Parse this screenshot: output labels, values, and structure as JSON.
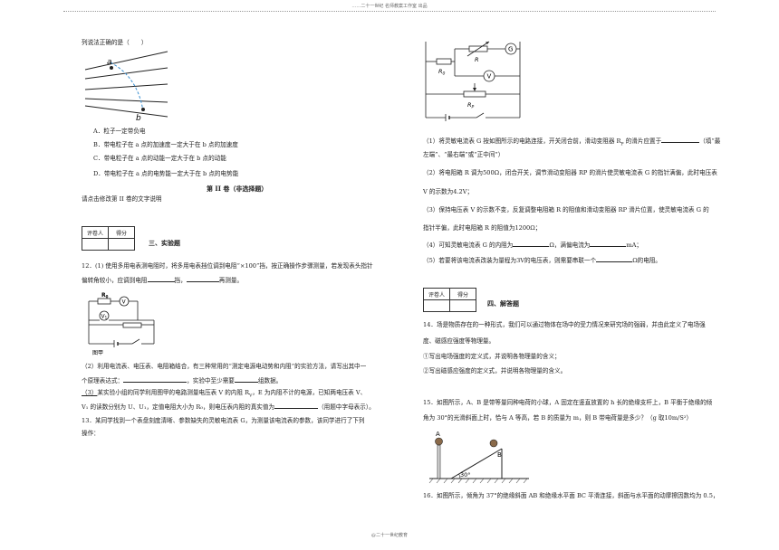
{
  "header": {
    "text": "……二十一世纪 名师教案工作室 出品"
  },
  "footer": {
    "text": "@二十一世纪教育"
  },
  "left": {
    "q_intro": "列说法正确的是（　　）",
    "fig_labels": {
      "a": "a",
      "b": "b"
    },
    "options": [
      "A．粒子一定带负电",
      "B．带电粒子在 a 点的加速度一定大于在 b 点的加速度",
      "C．带电粒子在 a 点的动能一定大于在 b 点的动能",
      "D．带电粒子在 a 点的电势能一定大于在 b 点的电势能"
    ],
    "section2_title": "第 II 卷（非选择题）",
    "section2_note": "请点击修改第 II 卷的文字说明",
    "score_table": {
      "h1": "评卷人",
      "h2": "得分"
    },
    "section3_title": "三、实验题",
    "q12_line1": "12．(1) 使用多用电表测电阻时，将多用电表挡位调到电阻“×100”挡，按正确操作步骤测量，若发现表头指针",
    "q12_line2a": "偏转角较小，应调到电阻",
    "q12_line2b": "挡，",
    "q12_line2c": "再测量。",
    "fig1": {
      "r0": "R",
      "r0_sub": "0",
      "v": "V",
      "v1": "V",
      "v1_sub": "1",
      "caption": "图甲"
    },
    "q12_2_line1": "（2）利用电流表、电压表、电阻箱结合，有三种常用的“测定电源电动势和内阻”的实验方法，请写出其中一",
    "q12_2_line2a": "个原理表达式：",
    "q12_2_line2b": "，实验中至少需要",
    "q12_2_line2c": "组数据。",
    "q12_3_line1a": "（3）",
    "q12_3_line1b": "某实验小组的同学利用图甲的电路测量电压表 V 的内阻 R",
    "q12_3_line1c": "V",
    "q12_3_line1d": "，E 为内阻不计的电源，已知两电压表 V、",
    "q12_3_line2": "V₁ 的读数分别为 U、U₁，定值电阻大小为 R₀，则电压表内阻的真实值为",
    "q12_3_line2b": "（用题中字母表示）。",
    "q13_line1": "13．某同学找到一个表盘刻度清晰、参数缺失的灵敏电流表 G，为测量该电流表的参数，该同学进行了下列",
    "q13_line2": "操作："
  },
  "right": {
    "fig2": {
      "r0": "R",
      "r0_sub": "0",
      "r": "R",
      "g": "G",
      "v": "V",
      "rp": "R",
      "rp_sub": "P"
    },
    "p1_line1a": "（1）将灵敏电流表 G 按如图所示的电路连接，开关闭合前，滑动变阻器 R",
    "p1_sub": "P",
    "p1_line1b": " 的滑片应置于",
    "p1_line1c": "（填“最",
    "p1_line2": "左端”、“最右端”或“正中间”）",
    "p2_line1": "（2）将电阻箱 R 调为500Ω，闭合开关，调节滑动变阻器 RP 的滑片使灵敏电流表 G 的指针满偏，此时电压表",
    "p2_line2": "V 的示数为4.2V；",
    "p3_line1": "（3）保持电压表 V 的示数不变，反复调整电阻箱 R 的阻值和滑动变阻器 RP 滑片位置，使灵敏电流表 G 的",
    "p3_line2": "指针半偏，此时电阻箱 R 的阻值为1200Ω；",
    "p4a": "（4）可知灵敏电流表 G 的内阻为",
    "p4b": "Ω，满偏电流为",
    "p4c": "mA；",
    "p5a": "（5）若要将该电流表改装为量程为3V的电压表，则需要串联一个",
    "p5b": "Ω的电阻。",
    "score_table": {
      "h1": "评卷人",
      "h2": "得分"
    },
    "section4_title": "四、解答题",
    "q14_line1": "14．场是物质存在的一种形式，我们可以通过物体在场中的受力情况来研究场的强弱，并由此定义了电场强",
    "q14_line2": "度、磁感应强度等物理量。",
    "q14_s1": "①写出电场强度的定义式，并说明各物理量的含义；",
    "q14_s2": "②写出磁感应强度的定义式，并说明各物理量的含义。",
    "q15_line1": "15．如图所示，A、B 是带等量同种电荷的小球，A 固定在竖直放置的 h 长的绝缘支杆上，B 平衡于绝缘的倾",
    "q15_line2": "角为 30°的光滑斜面上时，恰与 A 等高，若 B 的质量为 m，则 B 带电荷量是多少？（g 取10m/S²）",
    "fig3": {
      "a": "A",
      "b": "B",
      "angle": "30°"
    },
    "q16_line1": "16．如图所示，倾角为 37°的绝缘斜面 AB 和绝缘水平面 BC 平滑连接，斜面与水平面的动摩擦因数均为 0.5，"
  }
}
